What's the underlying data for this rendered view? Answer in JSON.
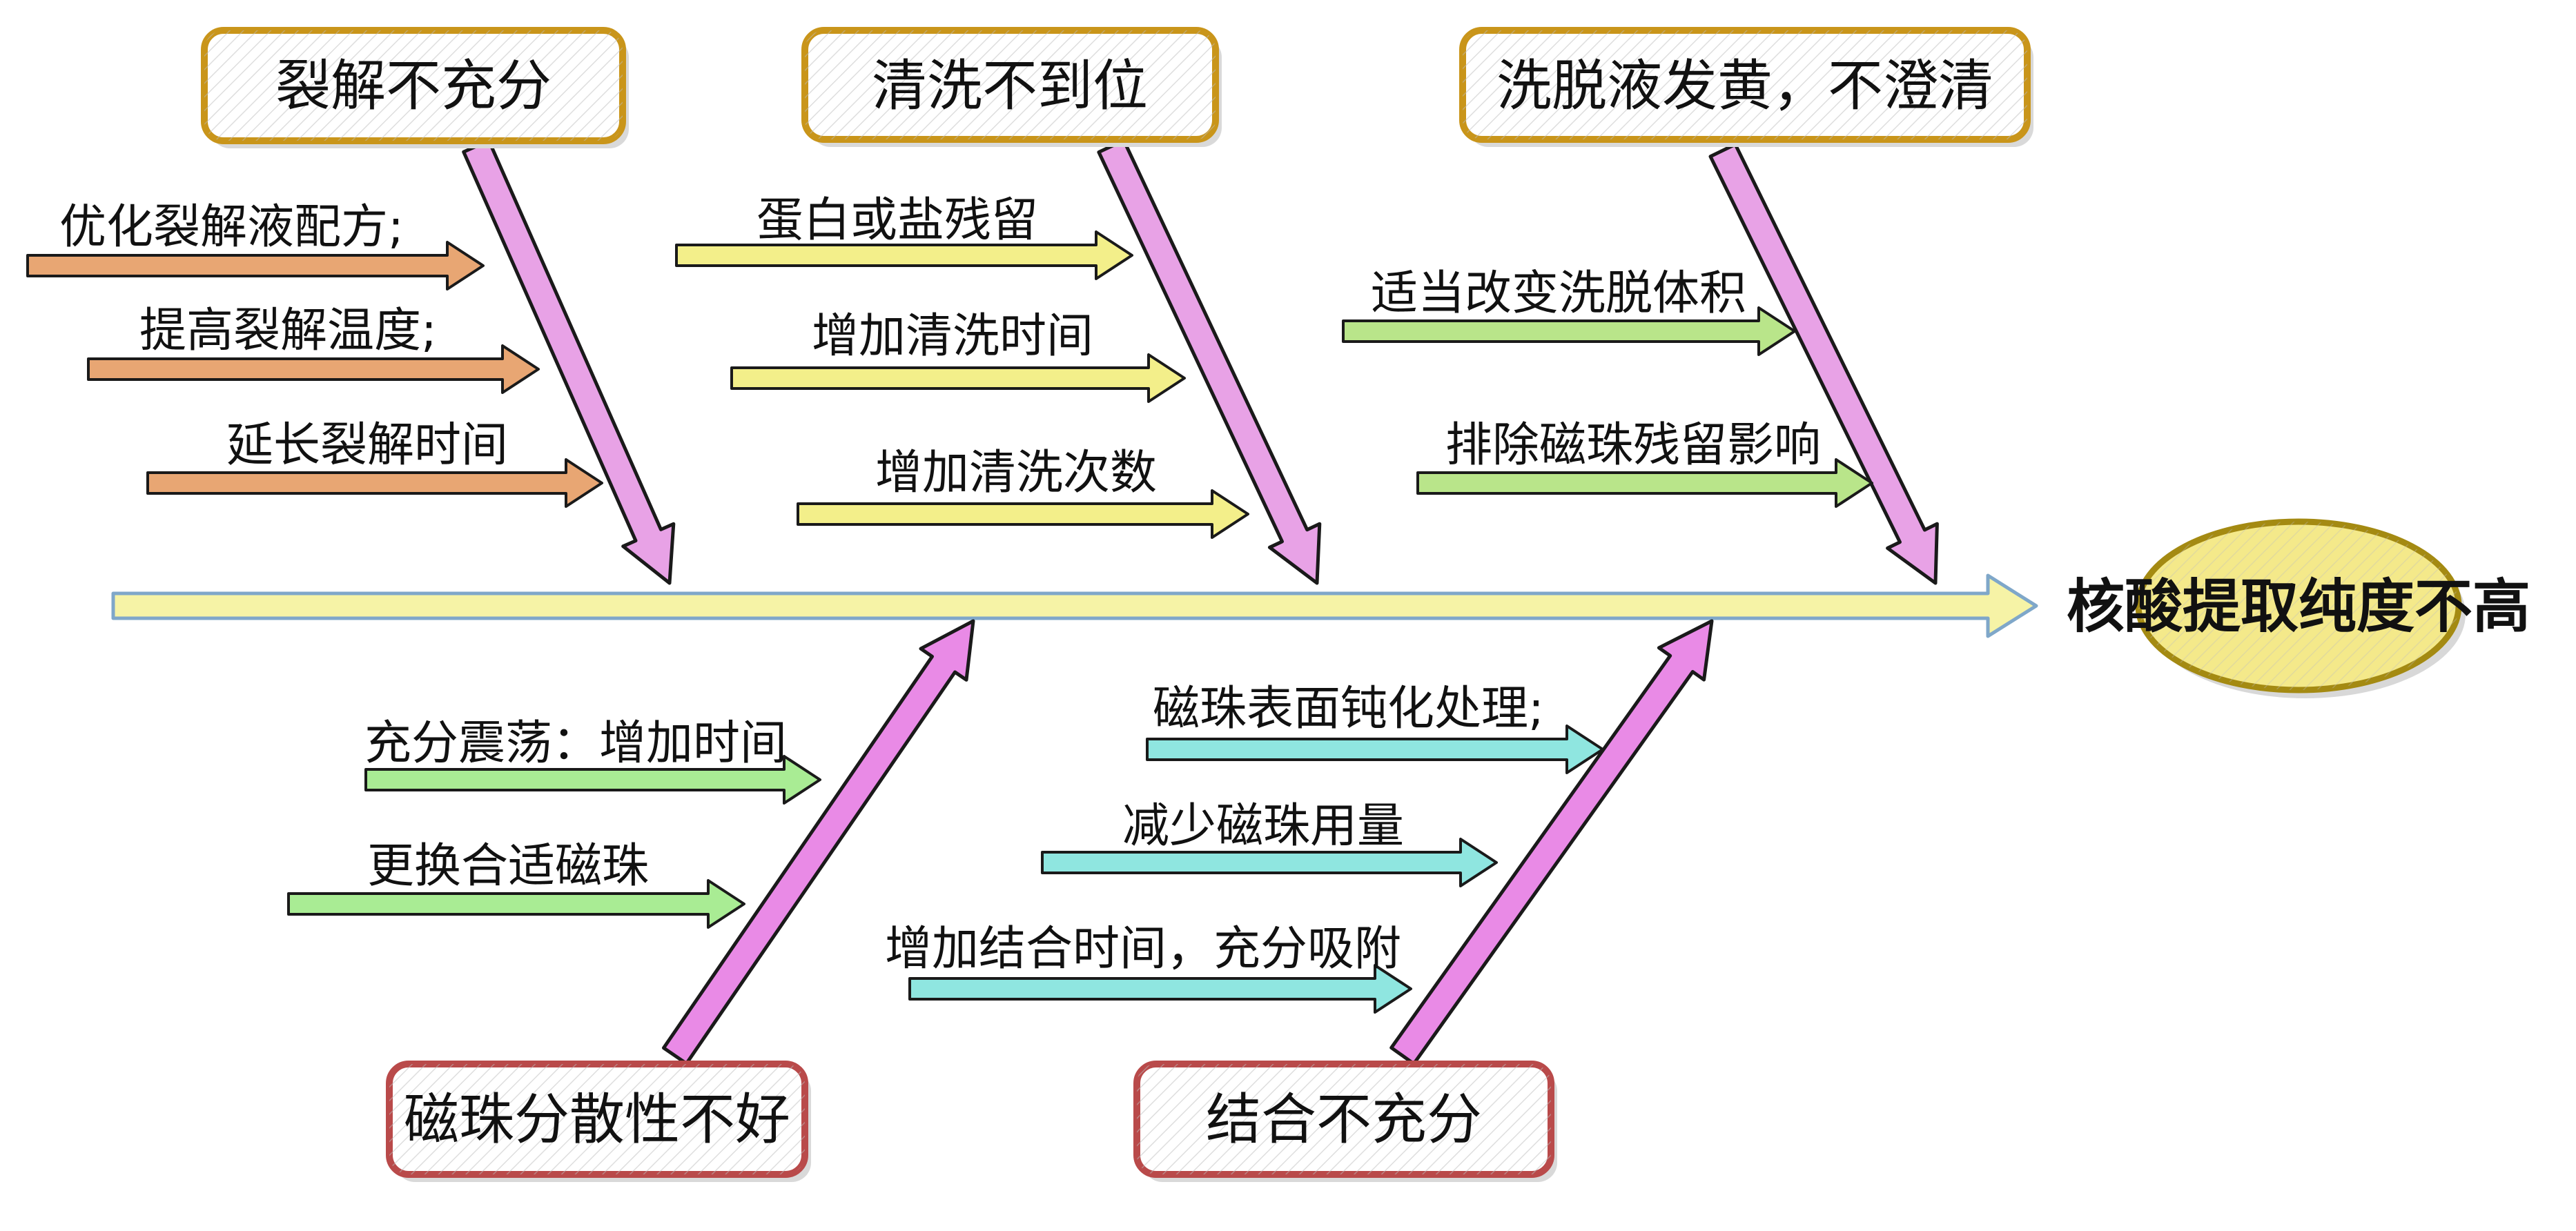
{
  "head": {
    "label": "核酸提取纯度不高",
    "fill": "#f4e98a",
    "border": "#a48a12"
  },
  "spine": {
    "fill": "#f6f3a6",
    "border": "#7fa7c9"
  },
  "categories": [
    {
      "label": "裂解不充分",
      "border": "#c9951a",
      "bone": "#e8a2e6",
      "arrow": "#e8a673",
      "causes": [
        "优化裂解液配方;",
        "提高裂解温度;",
        "延长裂解时间"
      ]
    },
    {
      "label": "清洗不到位",
      "border": "#c9951a",
      "bone": "#e8a2e6",
      "arrow": "#f3ef8a",
      "causes": [
        "蛋白或盐残留",
        "增加清洗时间",
        "增加清洗次数"
      ]
    },
    {
      "label": "洗脱液发黄，不澄清",
      "border": "#c9951a",
      "bone": "#e8a2e6",
      "arrow": "#b9e58a",
      "causes": [
        "适当改变洗脱体积",
        "排除磁珠残留影响"
      ]
    },
    {
      "label": "磁珠分散性不好",
      "border": "#b94a4a",
      "bone": "#e98ae6",
      "arrow": "#a9ec94",
      "causes": [
        "充分震荡：增加时间",
        "更换合适磁珠"
      ]
    },
    {
      "label": "结合不充分",
      "border": "#b94a4a",
      "bone": "#e98ae6",
      "arrow": "#8fe6e0",
      "causes": [
        "磁珠表面钝化处理;",
        "减少磁珠用量",
        "增加结合时间，充分吸附"
      ]
    }
  ]
}
